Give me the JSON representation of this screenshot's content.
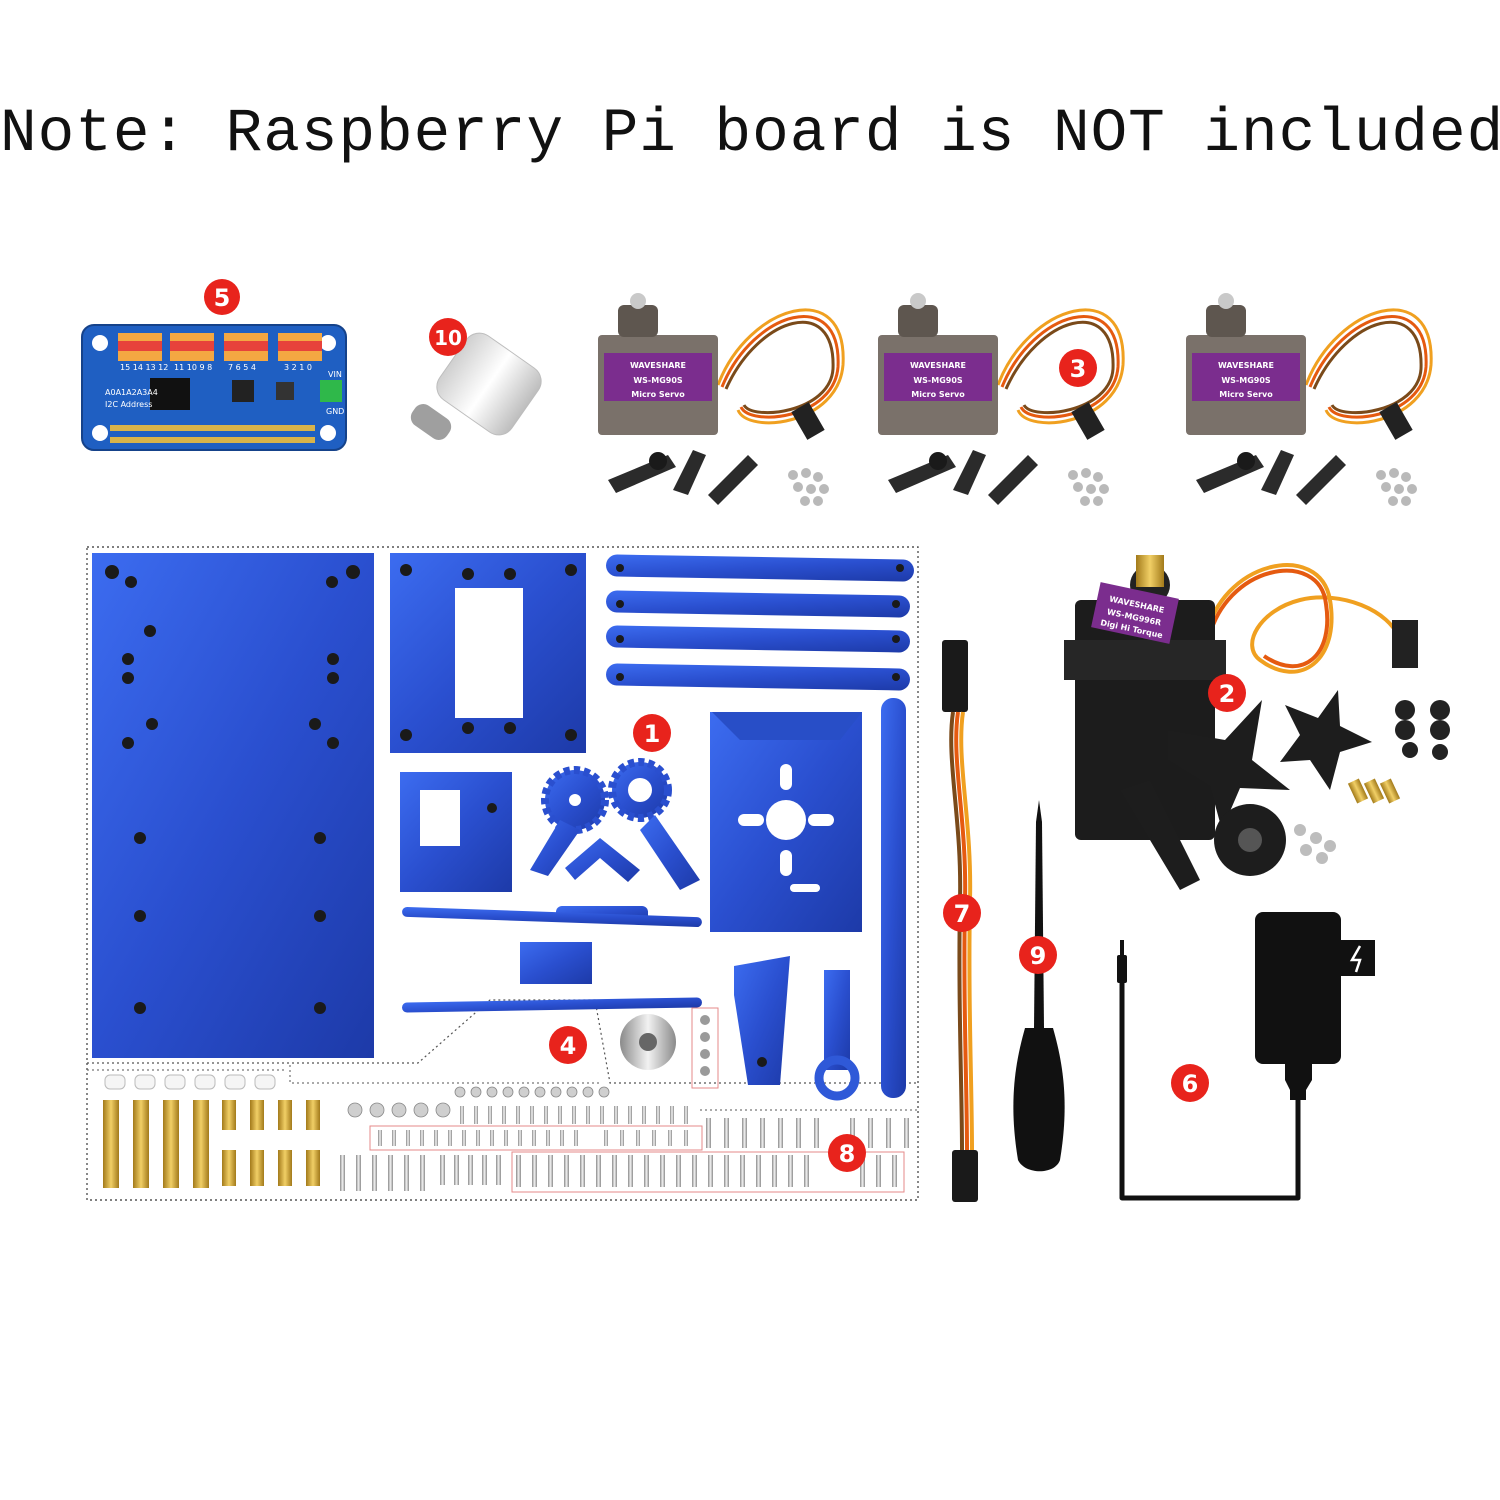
{
  "note": "Note: Raspberry Pi board is NOT included.",
  "badges": [
    {
      "id": "b1",
      "label": "1"
    },
    {
      "id": "b2",
      "label": "2"
    },
    {
      "id": "b3",
      "label": "3"
    },
    {
      "id": "b4",
      "label": "4"
    },
    {
      "id": "b5",
      "label": "5"
    },
    {
      "id": "b6",
      "label": "6"
    },
    {
      "id": "b7",
      "label": "7"
    },
    {
      "id": "b8",
      "label": "8"
    },
    {
      "id": "b9",
      "label": "9"
    },
    {
      "id": "b10",
      "label": "10"
    }
  ],
  "hat": {
    "brand_text": "I2C Address",
    "addr_text": "A0A1A2A3A4",
    "vin": "VIN",
    "gnd": "GND",
    "channels_a": "15 14 13 12",
    "channels_b": "11 10 9 8",
    "channels_c": "7 6 5 4",
    "channels_d": "3 2 1 0"
  },
  "micro_servo": {
    "brand": "WAVESHARE",
    "model": "WS-MG90S",
    "desc": "Micro Servo"
  },
  "big_servo": {
    "brand": "WAVESHARE",
    "model": "WS-MG996R",
    "desc": "Digi Hi Torque"
  },
  "colors": {
    "badge_red": "#e8231c",
    "metal_blue": "#2f59d8",
    "pcb_blue": "#1f5fc2",
    "servo_purple": "#7b2d8e"
  }
}
